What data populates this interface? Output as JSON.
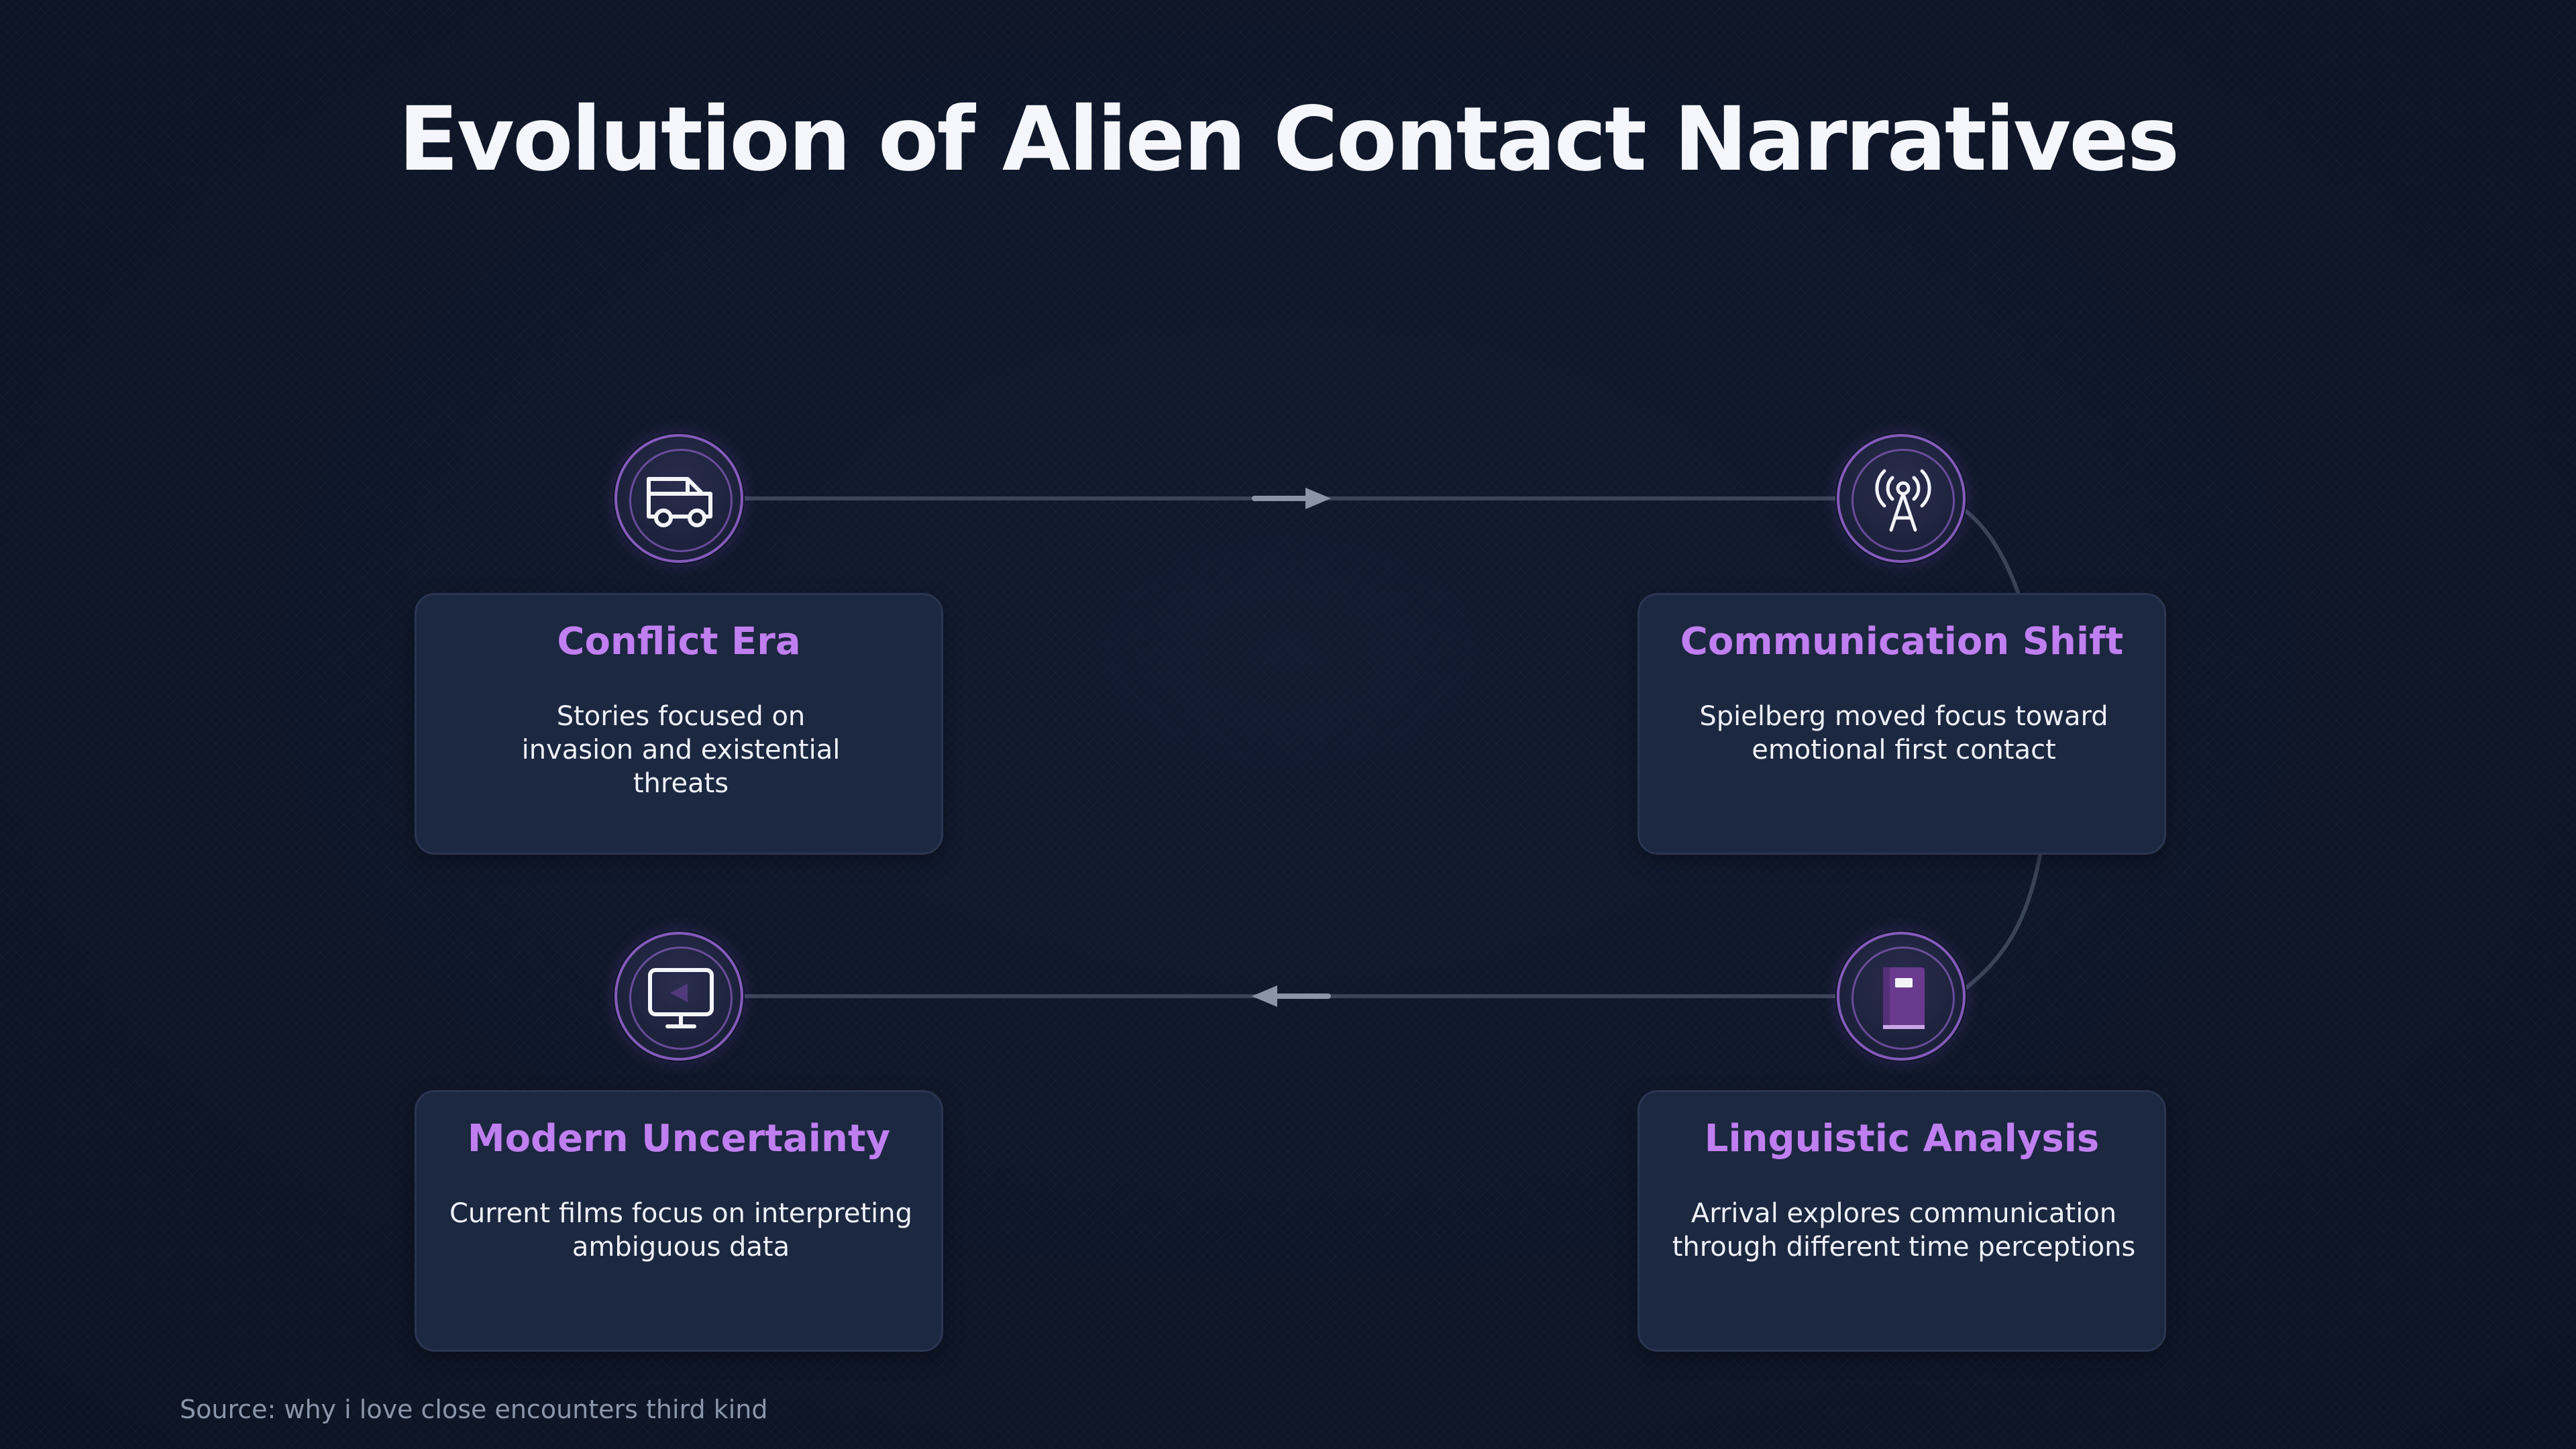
{
  "title": "Evolution of Alien Contact Narratives",
  "source": "Source: why i love close encounters third kind",
  "colors": {
    "background": "#0e1628",
    "card": "#1c2740",
    "accent": "#c07ff0",
    "connector": "#3a4458",
    "arrow": "#8a95a8"
  },
  "nodes": [
    {
      "title": "Conflict Era",
      "description": "Stories focused on invasion and existential threats",
      "icon": "van-icon"
    },
    {
      "title": "Communication Shift",
      "description": "Spielberg moved focus toward emotional first contact",
      "icon": "antenna-icon"
    },
    {
      "title": "Linguistic Analysis",
      "description": "Arrival explores communication through different time perceptions",
      "icon": "book-icon"
    },
    {
      "title": "Modern Uncertainty",
      "description": "Current films focus on interpreting ambiguous data",
      "icon": "monitor-icon"
    }
  ]
}
